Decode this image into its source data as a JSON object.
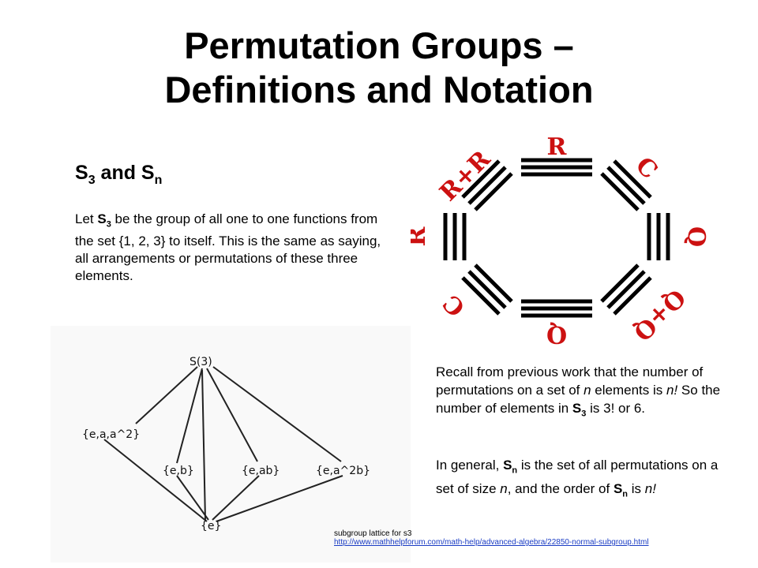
{
  "slide": {
    "title_line1": "Permutation Groups –",
    "title_line2": "Definitions and Notation",
    "subhead": {
      "s": "S",
      "sub1": "3",
      "mid": " and S",
      "sub2": "n"
    },
    "intro": {
      "p1": "Let ",
      "s": "S",
      "sub": "3",
      "p2": " be the group of all one to one functions from the set {1, 2, 3} to itself. This is the same as saying, all arrangements or  permutations of these three elements."
    },
    "recall": {
      "p1": "Recall from previous work that the number of permutations on a set of ",
      "n1": "n",
      "p2": " elements is ",
      "n2": "n!",
      "p3": " So the number of elements in ",
      "s": "S",
      "sub": "3",
      "p4": " is 3! or 6."
    },
    "general": {
      "p1": "In general, ",
      "s1": "S",
      "sub1": "n",
      "p2": " is the set of all permutations on a set of size ",
      "n1": "n",
      "p3": ", and the order of ",
      "s2": "S",
      "sub2": "n",
      "p4": " is ",
      "n2": "n!"
    },
    "caption": {
      "label": "subgroup lattice for s3",
      "link": "http://www.mathhelpforum.com/math-help/advanced-algebra/22850-normal-subgroup.html"
    }
  },
  "lattice": {
    "top": "S(3)",
    "left": "{e,a,a^2}",
    "mid1": "{e,b}",
    "mid2": "{e,ab}",
    "mid3": "{e,a^2b}",
    "bottom": "{e}"
  },
  "octagon": {
    "labels": [
      "R",
      "C",
      "Q",
      "Q+Q",
      "Q",
      "C",
      "R",
      "R+R"
    ],
    "label_color": "#cc1111"
  }
}
